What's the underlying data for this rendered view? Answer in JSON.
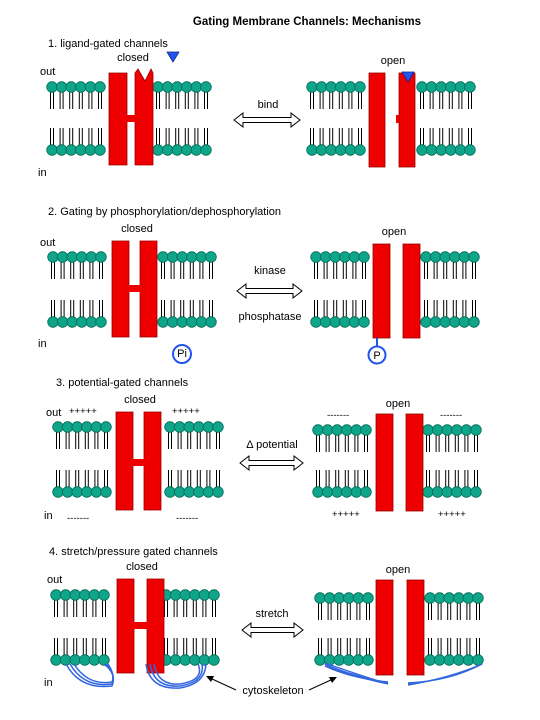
{
  "title": "Gating Membrane Channels:  Mechanisms",
  "colors": {
    "lipid_head": "#0fa58a",
    "lipid_head_stroke": "#006b55",
    "channel": "#ee0000",
    "channel_stroke": "#990000",
    "ligand": "#2255ee",
    "cytoskeleton": "#3366dd",
    "arrow": "#000000"
  },
  "panels": [
    {
      "heading": "1.  ligand-gated channels",
      "out_label": "out",
      "in_label": "in",
      "closed_label": "closed",
      "open_label": "open",
      "arrow_top": "bind",
      "arrow_bottom": ""
    },
    {
      "heading": "2.  Gating by phosphorylation/dephosphorylation",
      "out_label": "out",
      "in_label": "in",
      "closed_label": "closed",
      "open_label": "open",
      "arrow_top": "kinase",
      "arrow_bottom": "phosphatase",
      "closed_group": "Pi",
      "open_group": "P"
    },
    {
      "heading": "3.  potential-gated channels",
      "out_label": "out",
      "in_label": "in",
      "closed_label": "closed",
      "open_label": "open",
      "arrow_top": "Δ potential",
      "closed_out_signs": "+++++",
      "closed_in_signs": "-------",
      "open_out_signs": "-------",
      "open_in_signs": "+++++"
    },
    {
      "heading": "4.  stretch/pressure gated channels",
      "out_label": "out",
      "in_label": "in",
      "closed_label": "closed",
      "open_label": "open",
      "arrow_top": "stretch",
      "cytoskeleton_label": "cytoskeleton"
    }
  ]
}
